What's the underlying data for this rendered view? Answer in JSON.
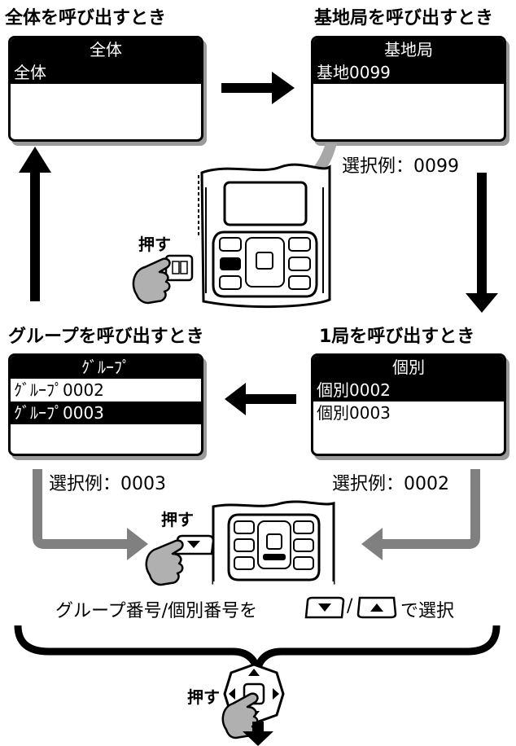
{
  "headings": {
    "all": "全体を呼び出すとき",
    "base": "基地局を呼び出すとき",
    "group": "グループを呼び出すとき",
    "single": "1局を呼び出すとき"
  },
  "screens": {
    "all": {
      "title": "全体",
      "rows": [
        "全体",
        ""
      ],
      "selected_row": 0
    },
    "base": {
      "title": "基地局",
      "rows": [
        "基地0099",
        ""
      ],
      "selected_row": 0
    },
    "group": {
      "title": "ｸﾞﾙｰﾌﾟ",
      "rows": [
        "ｸﾞﾙｰﾌﾟ0002",
        "ｸﾞﾙｰﾌﾟ0003"
      ],
      "selected_row": 1
    },
    "single": {
      "title": "個別",
      "rows": [
        "個別0002",
        "個別0003"
      ],
      "selected_row": 0
    }
  },
  "captions": {
    "base_example": "選択例：0099",
    "group_example": "選択例：0003",
    "single_example": "選択例：0002",
    "select_part1": "グループ番号/個別番号を",
    "select_sep": "/",
    "select_part2": "で選択"
  },
  "press_labels": {
    "press1": "押す",
    "press2": "押す",
    "press3": "押す"
  },
  "colors": {
    "arrow_black": "#000000",
    "arrow_gray": "#808080",
    "hand_fill": "#b0b0b0",
    "shadow": "#9a9a9a"
  },
  "icons": [
    "down-arrow-key-icon",
    "up-arrow-key-icon",
    "pointing-hand-icon",
    "cross-key-icon",
    "radio-device-icon"
  ]
}
